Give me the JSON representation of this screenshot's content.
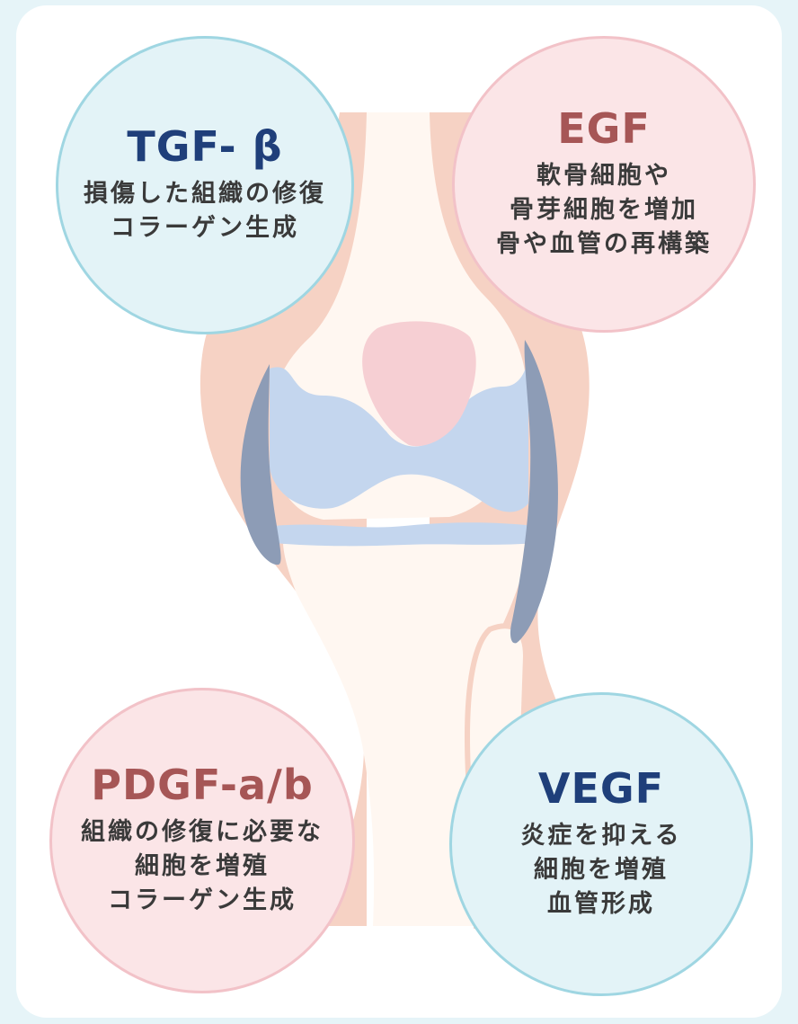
{
  "factors": {
    "tgf": {
      "title": "TGF- β",
      "lines": [
        "損傷した組織の修復",
        "コラーゲン生成"
      ]
    },
    "egf": {
      "title": "EGF",
      "lines": [
        "軟骨細胞や",
        "骨芽細胞を増加",
        "骨や血管の再構築"
      ]
    },
    "pdgf": {
      "title": "PDGF-a/b",
      "lines": [
        "組織の修復に必要な",
        "細胞を増殖",
        "コラーゲン生成"
      ]
    },
    "vegf": {
      "title": "VEGF",
      "lines": [
        "炎症を抑える",
        "細胞を増殖",
        "血管形成"
      ]
    }
  },
  "colors": {
    "background": "#e6f4f8",
    "card": "#ffffff",
    "skin": "#f6d2c4",
    "bone": "#fff7f1",
    "cartilage": "#c4d6ee",
    "patella": "#f6cfd3",
    "ligament": "#8d9cb6",
    "blue_title": "#1f3f7a",
    "pink_title": "#a65656"
  }
}
